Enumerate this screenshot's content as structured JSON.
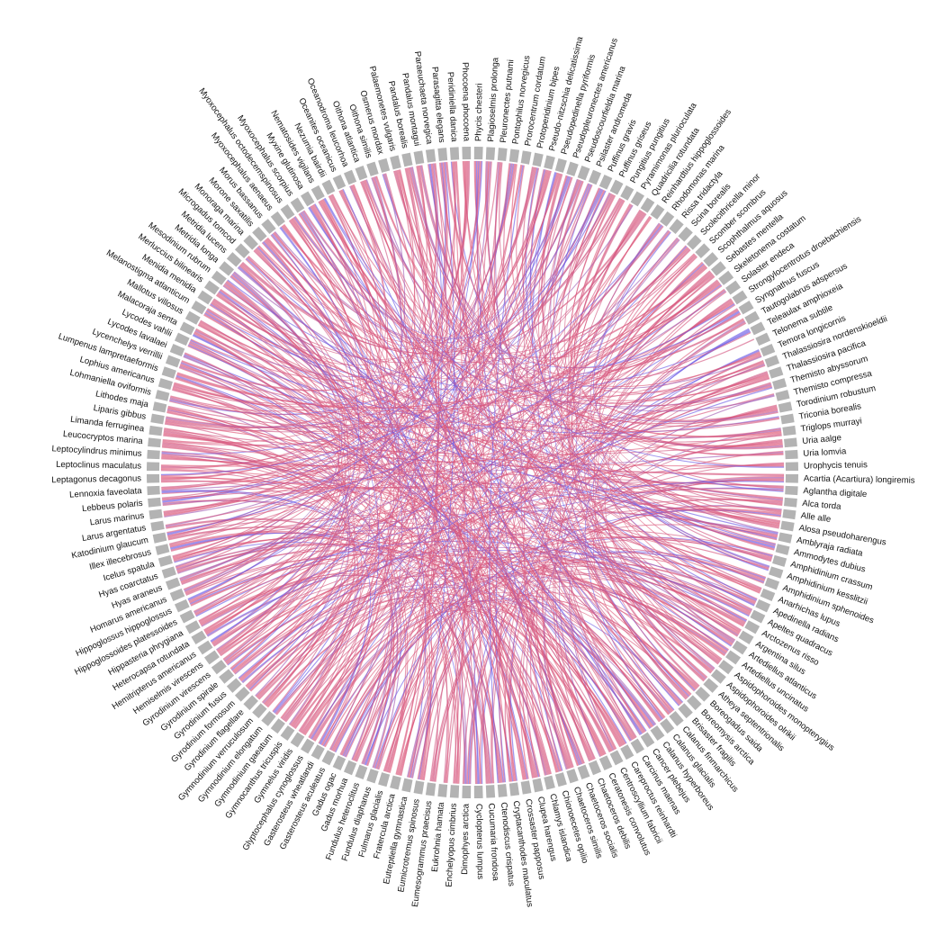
{
  "chart_data": {
    "type": "chord",
    "title": "",
    "colors": {
      "arc": "#b3b3b3",
      "link_low": "#6f5fe6",
      "link_high": "#e05a78",
      "label": "#111111",
      "background": "#ffffff"
    },
    "nodes": [
      "Acartia (Acartiura) longiremis",
      "Aglantha digitale",
      "Alca torda",
      "Alle alle",
      "Alosa pseudoharengus",
      "Amblyraja radiata",
      "Ammodytes dubius",
      "Amphidinium crassum",
      "Amphidinium kesslitzii",
      "Amphidinium sphenoides",
      "Anarhichas lupus",
      "Apedinella radians",
      "Apeltes quadracus",
      "Arctozenus risso",
      "Argentina silus",
      "Artediellus atlanticus",
      "Artediellus uncinatus",
      "Aspidophoroides monopterygius",
      "Aspidophoroides olrikii",
      "Atheya septentrionalis",
      "Boreogadus saida",
      "Boreomysis arctica",
      "Brisaster fragilis",
      "Calanus finmarchicus",
      "Calanus glacialis",
      "Calanus hyperboreus",
      "Cancer plebejus",
      "Carcinus maenas",
      "Careproctus reinhardti",
      "Centroscyllium fabricii",
      "Ceratonesis convolutus",
      "Chaetoceros debilis",
      "Chaetoceros socialis",
      "Chaetoceros similis",
      "Chionoecetes opilio",
      "Chlamys islandica",
      "Clupea harengus",
      "Crossaster papposus",
      "Cryptacanthodes maculatus",
      "Ctenodiscus crispatus",
      "Cucumaria frondosa",
      "Cyclopterus lumpus",
      "Dimophyes arctica",
      "Enchelyopus cimbrius",
      "Eukrohnia hamata",
      "Eumesogrammus praecisus",
      "Eumicrotremus spinosus",
      "Eutreptiella gymnastica",
      "Fratercula arctica",
      "Fulmarus glacialis",
      "Fundulus diaphanus",
      "Fundulus heteroclitus",
      "Gadus morhua",
      "Gadus ogac",
      "Gasterosteus aculeatus",
      "Gasterosteus wheatlandi",
      "Glyptocephalus cynoglossus",
      "Gymnelus viridis",
      "Gymnocanthus tricuspis",
      "Gymnodinium gaeatum",
      "Gymnodinium elongatum",
      "Gymnodinium verruculosum",
      "Gyrodinium flagellare",
      "Gyrodinium formosum",
      "Gyrodinium fusus",
      "Gyrodinium spirale",
      "Gyrodinium virescens",
      "Hemiselmis virescens",
      "Hemitripterus americanus",
      "Heterocapsa rotundata",
      "Hippasteria phrygiana",
      "Hippoglossoides platessoides",
      "Hippoglossus hippoglossus",
      "Homarus americanus",
      "Hyas araneus",
      "Hyas coarctatus",
      "Icelus spatula",
      "Illex illecebrosus",
      "Katodinium glaucum",
      "Larus argentatus",
      "Larus marinus",
      "Lebbeus polaris",
      "Lennoxia faveolata",
      "Leptagonus decagonus",
      "Leptoclinus maculatus",
      "Leptocylindrus minimus",
      "Leucocryptos marina",
      "Limanda ferruginea",
      "Liparis gibbus",
      "Lithodes maja",
      "Lohmaniella oviformis",
      "Lophius americanus",
      "Lumpenus lampretaeformis",
      "Lycenchelys verrillii",
      "Lycodes lavalaei",
      "Lycodes vahlii",
      "Malacoraja senta",
      "Mallotus villosus",
      "Melanostigma atlanticum",
      "Menidia menidia",
      "Merluccius bilinearis",
      "Mesodinium rubrum",
      "Metridia longa",
      "Metridia lucens",
      "Microgadus tomcod",
      "Monoraga marina",
      "Morone saxatilis",
      "Morus bassanus",
      "Myoxocephalus aenaeus",
      "Myoxocephalus octodecemspinosus",
      "Myoxocephalus scorpius",
      "Myxine glutinosa",
      "Nematosides vigilans",
      "Nezumia bairdii",
      "Oceanites oceanicus",
      "Oceanodroma leucorhoa",
      "Oithona atlantica",
      "Oithona similis",
      "Osmerus mordax",
      "Palaemonetes vulgaris",
      "Pandalus borealis",
      "Pandalus montagui",
      "Paraeuchaeta norvegica",
      "Parasagitta elegans",
      "Peridiniella danica",
      "Phocoena phocoena",
      "Phycis chesteri",
      "Plagioselmis prolonga",
      "Pleuronectes putnami",
      "Pontophilus norvegicus",
      "Prorocentrum cordatum",
      "Protoperidinium bipes",
      "Pseudo-nitzschia delicatissima",
      "Pseudopedinella pyriformis",
      "Pseudopleuronectes americanus",
      "Pseudoscourfieldia marina",
      "Psilaster andromeda",
      "Puffinus gravis",
      "Puffinus griseus",
      "Pungitius pungitius",
      "Pyramimonas plurioculata",
      "Quadricilia rotundata",
      "Reinhardtius hippoglossoides",
      "Rhodomonas marina",
      "Rissa tridactyla",
      "Scina borealis",
      "Scolecithricella minor",
      "Scomber scombrus",
      "Scophthalmus aquosus",
      "Sebastes mentella",
      "Skeletonema costatum",
      "Solaster endeca",
      "Strongylocentrotus droebachiensis",
      "Syngnathus fuscus",
      "Tautogolabrus adspersus",
      "Teleaulax amphioxeia",
      "Telonema subtile",
      "Temora longicornis",
      "Thalassiosira nordenskioeldii",
      "Thalassiosira pacifica",
      "Themisto abyssorum",
      "Themisto compressa",
      "Torodinium robustum",
      "Triconia borealis",
      "Triglops murrayi",
      "Uria aalge",
      "Uria lomvia",
      "Urophycis tenuis"
    ],
    "links_per_node": 8
  }
}
